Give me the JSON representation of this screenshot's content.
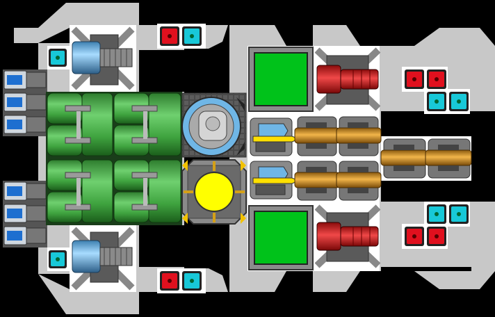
{
  "scene": {
    "name": "ship-blueprint-top-down",
    "background": "#000000",
    "hull_color": "#c8c8c8",
    "deck_color": "#ffffff"
  },
  "colors": {
    "fuel_tank": "#3fa33f",
    "fuel_tank_dark": "#1f6a1f",
    "engine_blue": "#6fb6e6",
    "thruster_blue": "#1e6fd0",
    "reactor_yellow": "#ffff00",
    "console_green": "#00c21a",
    "cannon_red": "#d81c1c",
    "turret_orange": "#d98a18",
    "light_red": "#e0101e",
    "light_cyan": "#18c8d8",
    "frame_grey": "#6a6a6a"
  },
  "components": {
    "engines": [
      "engine-top",
      "engine-bottom"
    ],
    "thrusters": 6,
    "fuel_tank_blocks": 4,
    "reactor": "reactor-core",
    "shield_dome": "shield-generator",
    "consoles": [
      "console-top",
      "console-bottom"
    ],
    "missile_launchers": [
      "missile-top",
      "missile-bottom"
    ],
    "heavy_cannons": [
      "cannon-top",
      "cannon-bottom"
    ],
    "turrets": 6,
    "indicator_light_pairs": 8
  }
}
